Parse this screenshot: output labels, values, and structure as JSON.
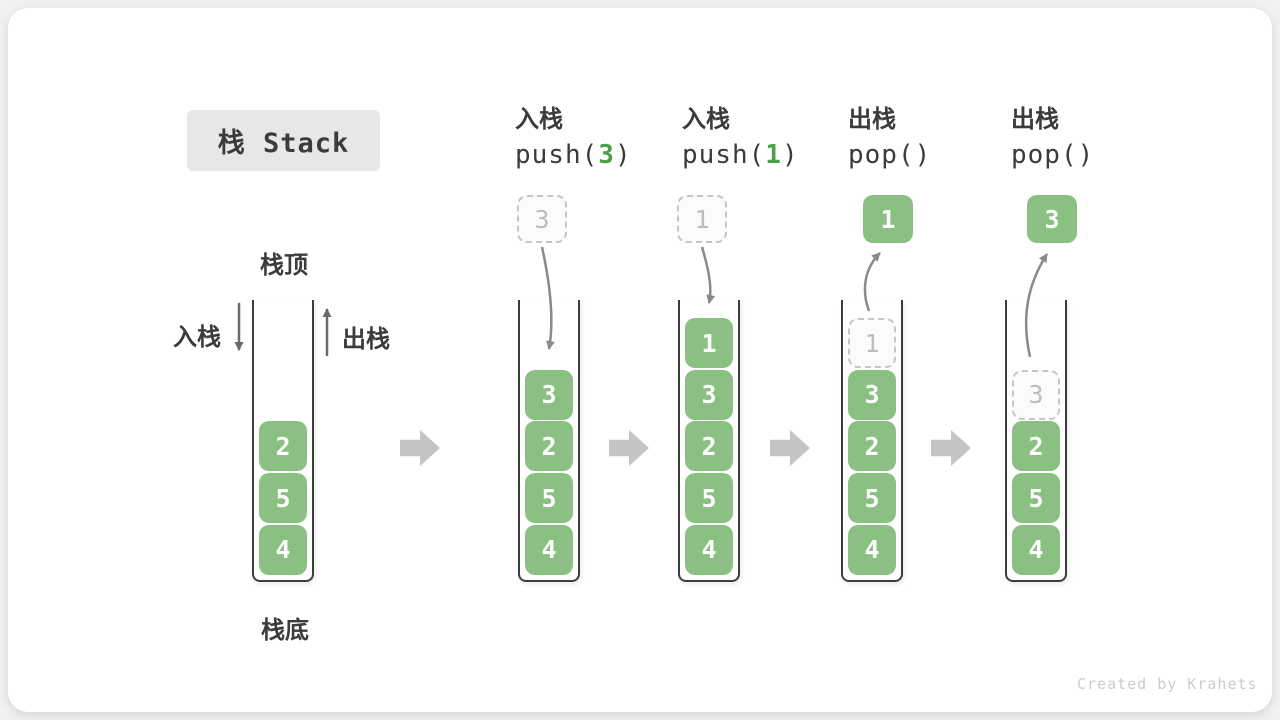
{
  "title": "栈 Stack",
  "stack_labels": {
    "top": "栈顶",
    "bottom": "栈底",
    "push_side": "入栈",
    "pop_side": "出栈"
  },
  "operations": [
    {
      "action": "入栈",
      "code": [
        {
          "t": "push(",
          "hl": false
        },
        {
          "t": "3",
          "hl": true
        },
        {
          "t": ")",
          "hl": false
        }
      ]
    },
    {
      "action": "入栈",
      "code": [
        {
          "t": "push(",
          "hl": false
        },
        {
          "t": "1",
          "hl": true
        },
        {
          "t": ")",
          "hl": false
        }
      ]
    },
    {
      "action": "出栈",
      "code": [
        {
          "t": "pop()",
          "hl": false
        }
      ]
    },
    {
      "action": "出栈",
      "code": [
        {
          "t": "pop()",
          "hl": false
        }
      ]
    }
  ],
  "stacks": [
    {
      "name": "initial-stack",
      "floating": null,
      "cells": [
        {
          "row": 3,
          "value": "2",
          "style": "solid"
        },
        {
          "row": 4,
          "value": "5",
          "style": "solid"
        },
        {
          "row": 5,
          "value": "4",
          "style": "solid"
        }
      ]
    },
    {
      "name": "after-push-3",
      "floating": {
        "value": "3",
        "style": "dashed"
      },
      "cells": [
        {
          "row": 2,
          "value": "3",
          "style": "solid"
        },
        {
          "row": 3,
          "value": "2",
          "style": "solid"
        },
        {
          "row": 4,
          "value": "5",
          "style": "solid"
        },
        {
          "row": 5,
          "value": "4",
          "style": "solid"
        }
      ]
    },
    {
      "name": "after-push-1",
      "floating": {
        "value": "1",
        "style": "dashed"
      },
      "cells": [
        {
          "row": 1,
          "value": "1",
          "style": "solid"
        },
        {
          "row": 2,
          "value": "3",
          "style": "solid"
        },
        {
          "row": 3,
          "value": "2",
          "style": "solid"
        },
        {
          "row": 4,
          "value": "5",
          "style": "solid"
        },
        {
          "row": 5,
          "value": "4",
          "style": "solid"
        }
      ]
    },
    {
      "name": "after-pop-1",
      "floating": {
        "value": "1",
        "style": "solid"
      },
      "cells": [
        {
          "row": 1,
          "value": "1",
          "style": "dashed"
        },
        {
          "row": 2,
          "value": "3",
          "style": "solid"
        },
        {
          "row": 3,
          "value": "2",
          "style": "solid"
        },
        {
          "row": 4,
          "value": "5",
          "style": "solid"
        },
        {
          "row": 5,
          "value": "4",
          "style": "solid"
        }
      ]
    },
    {
      "name": "after-pop-3",
      "floating": {
        "value": "3",
        "style": "solid"
      },
      "cells": [
        {
          "row": 2,
          "value": "3",
          "style": "dashed"
        },
        {
          "row": 3,
          "value": "2",
          "style": "solid"
        },
        {
          "row": 4,
          "value": "5",
          "style": "solid"
        },
        {
          "row": 5,
          "value": "4",
          "style": "solid"
        }
      ]
    }
  ],
  "colors": {
    "cell_green": "#8bc083",
    "code_highlight_green": "#4aa147",
    "dashed_gray": "#c6c6c6",
    "flow_arrow_gray": "#8a8a8a",
    "step_arrow_gray": "#c4c4c4",
    "text_dark": "#3b3b3b",
    "title_box_bg": "#e7e7e7"
  },
  "watermark": "Created by Krahets"
}
